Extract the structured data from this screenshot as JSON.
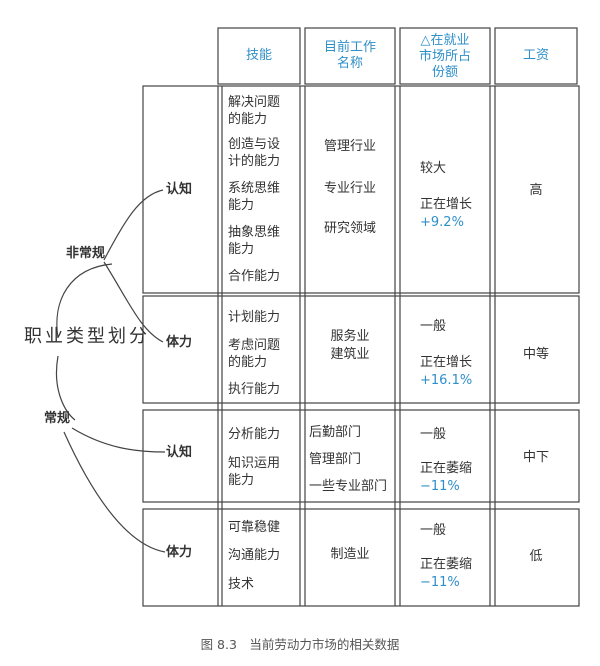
{
  "title": "职业类型划分",
  "categories": {
    "nonroutine": "非常规",
    "routine": "常规"
  },
  "headers": {
    "skills": "技能",
    "job": [
      "目前工作",
      "名称"
    ],
    "share": [
      "△在就业",
      "市场所占",
      "份额"
    ],
    "wage": "工资"
  },
  "rows": [
    {
      "type": "认知",
      "skills": [
        [
          "解决问题",
          "的能力"
        ],
        [
          "创造与设",
          "计的能力"
        ],
        [
          "系统思维",
          "能力"
        ],
        [
          "抽象思维",
          "能力"
        ],
        [
          "合作能力"
        ]
      ],
      "jobs": [
        "管理行业",
        "专业行业",
        "研究领域"
      ],
      "share": "较大",
      "trend": "正在增长",
      "change": "+9.2%",
      "wage": "高"
    },
    {
      "type": "体力",
      "skills": [
        [
          "计划能力"
        ],
        [
          "考虑问题",
          "的能力"
        ],
        [
          "执行能力"
        ]
      ],
      "jobs": [
        "服务业",
        "建筑业"
      ],
      "share": "一般",
      "trend": "正在增长",
      "change": "+16.1%",
      "wage": "中等"
    },
    {
      "type": "认知",
      "skills": [
        [
          "分析能力"
        ],
        [
          "知识运用",
          "能力"
        ]
      ],
      "jobs": [
        "后勤部门",
        "管理部门",
        "一些专业部门"
      ],
      "share": "一般",
      "trend": "正在萎缩",
      "change": "−11%",
      "wage": "中下"
    },
    {
      "type": "体力",
      "skills": [
        [
          "可靠稳健"
        ],
        [
          "沟通能力"
        ],
        [
          "技术"
        ]
      ],
      "jobs": [
        "制造业"
      ],
      "share": "一般",
      "trend": "正在萎缩",
      "change": "−11%",
      "wage": "低"
    }
  ],
  "caption": "图 8.3　当前劳动力市场的相关数据",
  "colors": {
    "accent": "#2f8fc9",
    "line": "#444444"
  }
}
